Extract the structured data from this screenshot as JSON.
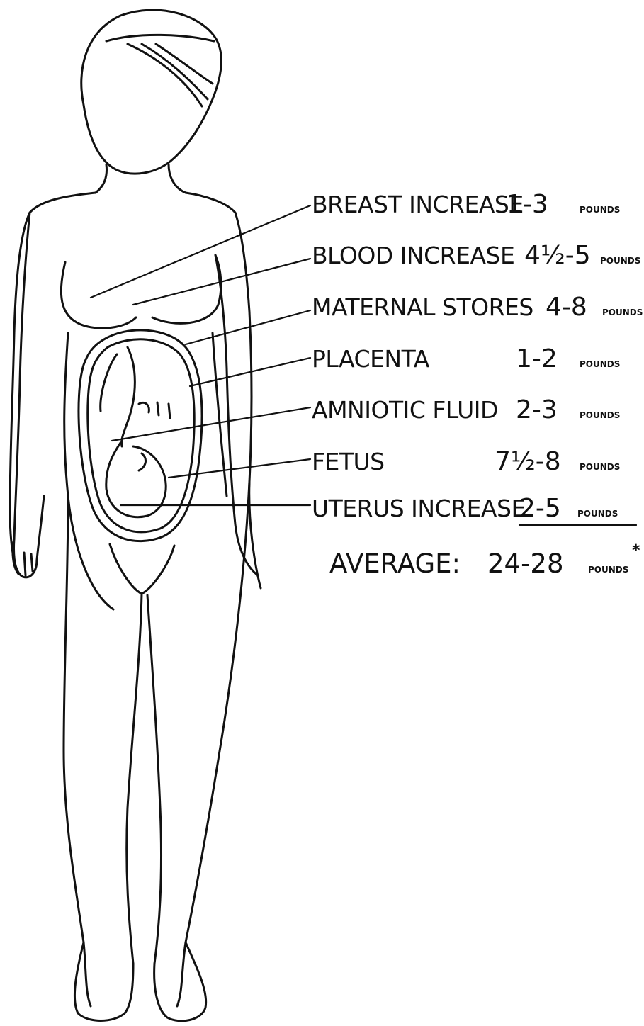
{
  "unit_label": "POUNDS",
  "components": [
    {
      "name": "BREAST INCREASE",
      "amount": "1-3"
    },
    {
      "name": "BLOOD INCREASE",
      "amount": "4½-5"
    },
    {
      "name": "MATERNAL STORES",
      "amount": "4-8"
    },
    {
      "name": "PLACENTA",
      "amount": "1-2"
    },
    {
      "name": "AMNIOTIC FLUID",
      "amount": "2-3"
    },
    {
      "name": "FETUS",
      "amount": "7½-8"
    },
    {
      "name": "UTERUS INCREASE",
      "amount": "2-5"
    }
  ],
  "average": {
    "label": "AVERAGE:",
    "amount": "24-28",
    "footnote_mark": "*"
  },
  "colors": {
    "ink": "#111111",
    "paper": "#ffffff"
  }
}
